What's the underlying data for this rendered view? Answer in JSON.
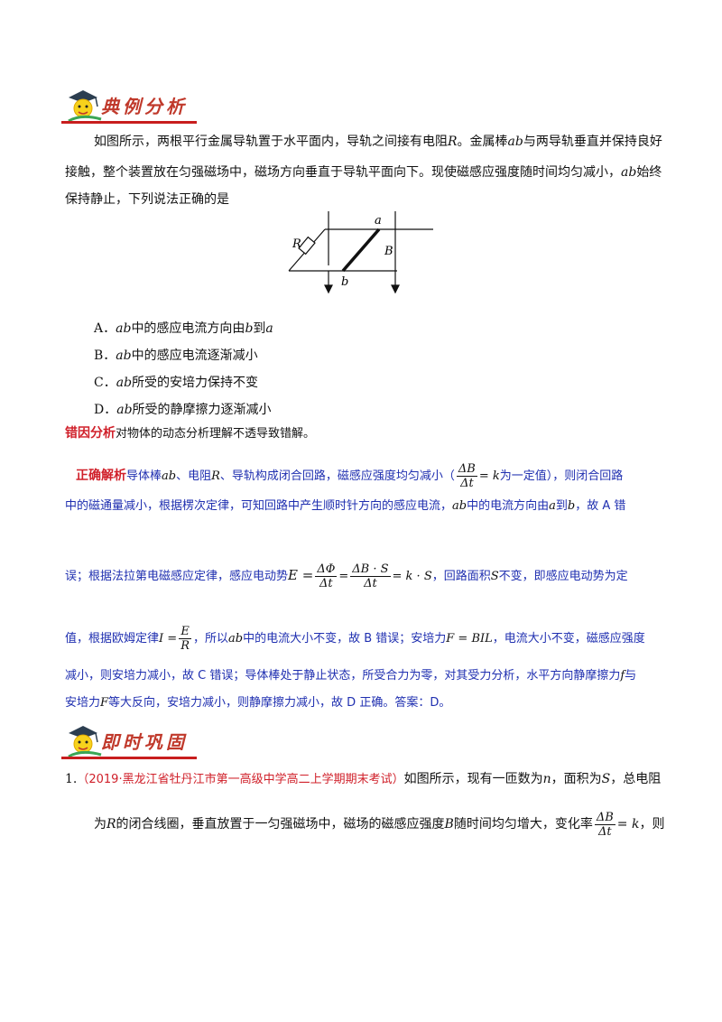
{
  "sections": {
    "example_title": "典例分析",
    "practice_title": "即时巩固"
  },
  "problem": {
    "line1": "如图所示，两根平行金属导轨置于水平面内，导轨之间接有电阻",
    "line1_R": "R",
    "line1_b": "。金属棒",
    "line1_ab": "ab",
    "line1_c": "与两导轨垂直并保持良好",
    "line2": "接触，整个装置放在匀强磁场中，磁场方向垂直于导轨平面向下。现使磁感应强度随时间均匀减小，",
    "line2_ab": "ab",
    "line2_c": "始终",
    "line3": "保持静止，下列说法正确的是",
    "diagram_labels": {
      "a": "a",
      "b": "b",
      "R": "R",
      "B": "B"
    }
  },
  "options": [
    {
      "letter": "A．",
      "var": "ab",
      "text": "中的感应电流方向由",
      "v2": "b",
      "t2": "到",
      "v3": "a"
    },
    {
      "letter": "B．",
      "var": "ab",
      "text": "中的感应电流逐渐减小"
    },
    {
      "letter": "C．",
      "var": "ab",
      "text": "所受的安培力保持不变"
    },
    {
      "letter": "D．",
      "var": "ab",
      "text": "所受的静摩擦力逐渐减小"
    }
  ],
  "error_analysis": {
    "tag": "错因分析",
    "text": "对物体的动态分析理解不透导致错解。"
  },
  "solution": {
    "tag": "正确解析",
    "l1a": "导体棒",
    "l1_ab": "ab",
    "l1b": "、电阻",
    "l1_R": "R",
    "l1c": "、导轨构成闭合回路，磁感应强度均匀减小（",
    "f1_num": "ΔB",
    "f1_den": "Δt",
    "f1_eq": "= k",
    "l1d": "为一定值），则闭合回路",
    "l2a": "中的磁通量减小，根据楞次定律，可知回路中产生顺时针方向的感应电流，",
    "l2_ab": "ab",
    "l2b": "中的电流方向由",
    "l2_a": "a",
    "l2c": "到",
    "l2_b": "b",
    "l2d": "，故 A 错",
    "l3a": "误；根据法拉第电磁感应定律，感应电动势",
    "l3_E": "E =",
    "f2_num": "ΔΦ",
    "f2_den": "Δt",
    "f3_num": "ΔB · S",
    "f3_den": "Δt",
    "l3_ks": "= k · S",
    "l3b": "，回路面积",
    "l3_S": "S",
    "l3c": "不变，即感应电动势为定",
    "l4a": "值，根据欧姆定律",
    "l4_I": "I =",
    "f4_num": "E",
    "f4_den": "R",
    "l4b": "，所以",
    "l4_ab": "ab",
    "l4c": "中的电流大小不变，故 B 错误；安培力",
    "l4_F": "F = BIL",
    "l4d": "，电流大小不变，磁感应强度",
    "l5a": "减小，则安培力减小，故 C 错误；导体棒处于静止状态，所受合力为零，对其受力分析，水平方向静摩擦力",
    "l5_f": "f",
    "l5b": "与",
    "l6a": "安培力",
    "l6_F": "F",
    "l6b": "等大反向，安培力减小，则静摩擦力减小，故 D 正确。答案：D。"
  },
  "practice": {
    "num": "1.",
    "source": "（2019·黑龙江省牡丹江市第一高级中学高二上学期期末考试）",
    "l1a": "如图所示，现有一匝数为",
    "l1_n": "n",
    "l1b": "，面积为",
    "l1_S": "S",
    "l1c": "，总电阻",
    "l2a": "为",
    "l2_R": "R",
    "l2b": "的闭合线圈，垂直放置于一匀强磁场中，磁场的磁感应强度",
    "l2_B": "B",
    "l2c": "随时间均匀增大，变化率",
    "f_num": "ΔB",
    "f_den": "Δt",
    "l2_eq": "= k",
    "l2d": "，则"
  },
  "colors": {
    "red": "#d0202a",
    "blue": "#1f2fb0",
    "rule": "#c81e1e"
  }
}
